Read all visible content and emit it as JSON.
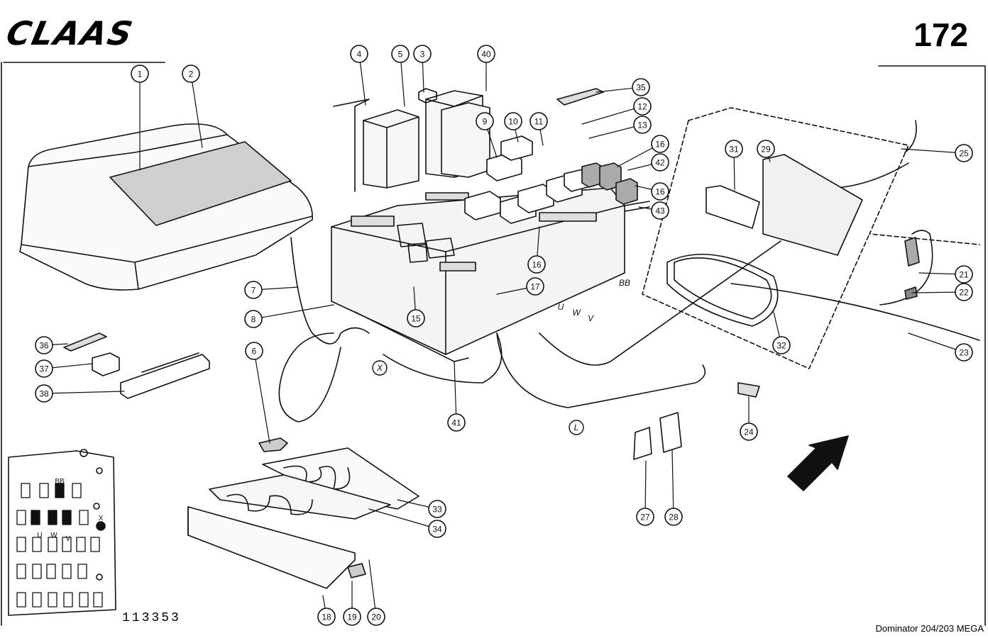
{
  "header": {
    "brand": "CLAAS",
    "page_number": "172"
  },
  "footer": {
    "drawing_number": "113353",
    "model": "Dominator 204/203 MEGA"
  },
  "part_callouts": [
    "1",
    "2",
    "3",
    "4",
    "5",
    "6",
    "7",
    "8",
    "9",
    "10",
    "11",
    "12",
    "13",
    "15",
    "16",
    "16",
    "16",
    "17",
    "18",
    "19",
    "20",
    "21",
    "22",
    "23",
    "24",
    "25",
    "27",
    "28",
    "29",
    "31",
    "32",
    "33",
    "34",
    "35",
    "36",
    "37",
    "38",
    "40",
    "41",
    "42",
    "43"
  ],
  "connector_letters": [
    "X",
    "L",
    "U",
    "W",
    "V",
    "BB"
  ],
  "inset_labels": [
    "BB",
    "U",
    "W",
    "V",
    "X"
  ]
}
